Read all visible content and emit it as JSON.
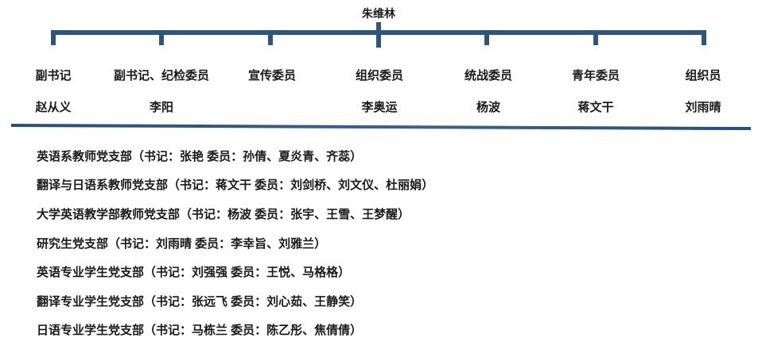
{
  "page": {
    "background": "#ffffff",
    "accent_color": "#2F5578"
  },
  "org_chart": {
    "leader": {
      "name": "朱维林"
    },
    "members": [
      {
        "title": "副书记",
        "name": "赵从义"
      },
      {
        "title": "副书记、纪检委员",
        "name": "李阳"
      },
      {
        "title": "宣传委员",
        "name": ""
      },
      {
        "title": "组织委员",
        "name": "李奥运"
      },
      {
        "title": "统战委员",
        "name": "杨波"
      },
      {
        "title": "青年委员",
        "name": "蒋文干"
      },
      {
        "title": "组织员",
        "name": "刘雨晴"
      }
    ]
  },
  "branches": [
    {
      "name": "英语系教师党支部",
      "secretary": "张艳",
      "members": "孙倩、夏炎青、齐蕊",
      "text": "英语系教师党支部（书记：张艳 委员：孙倩、夏炎青、齐蕊）"
    },
    {
      "name": "翻译与日语系教师党支部",
      "secretary": "蒋文干",
      "members": "刘剑桥、刘文仪、杜丽娟",
      "text": "翻译与日语系教师党支部（书记：蒋文干 委员：刘剑桥、刘文仪、杜丽娟）"
    },
    {
      "name": "大学英语教学部教师党支部",
      "secretary": "杨波",
      "members": "张宇、王雪、王梦醒",
      "text": "大学英语教学部教师党支部（书记：杨波 委员：张宇、王雪、王梦醒）"
    },
    {
      "name": "研究生党支部",
      "secretary": "刘雨晴",
      "members": "李幸旨、刘雅兰",
      "text": "研究生党支部（书记：刘雨晴 委员：李幸旨、刘雅兰）"
    },
    {
      "name": "英语专业学生党支部",
      "secretary": "刘强强",
      "members": "王悦、马格格",
      "text": "英语专业学生党支部（书记：刘强强 委员：王悦、马格格）"
    },
    {
      "name": "翻译专业学生党支部",
      "secretary": "张远飞",
      "members": "刘心茹、王静笑",
      "text": "翻译专业学生党支部（书记：张远飞 委员：刘心茹、王静笑）"
    },
    {
      "name": "日语专业学生党支部",
      "secretary": "马栋兰",
      "members": "陈乙彤、焦倩倩",
      "text": "日语专业学生党支部（书记：马栋兰 委员：陈乙彤、焦倩倩）"
    }
  ]
}
